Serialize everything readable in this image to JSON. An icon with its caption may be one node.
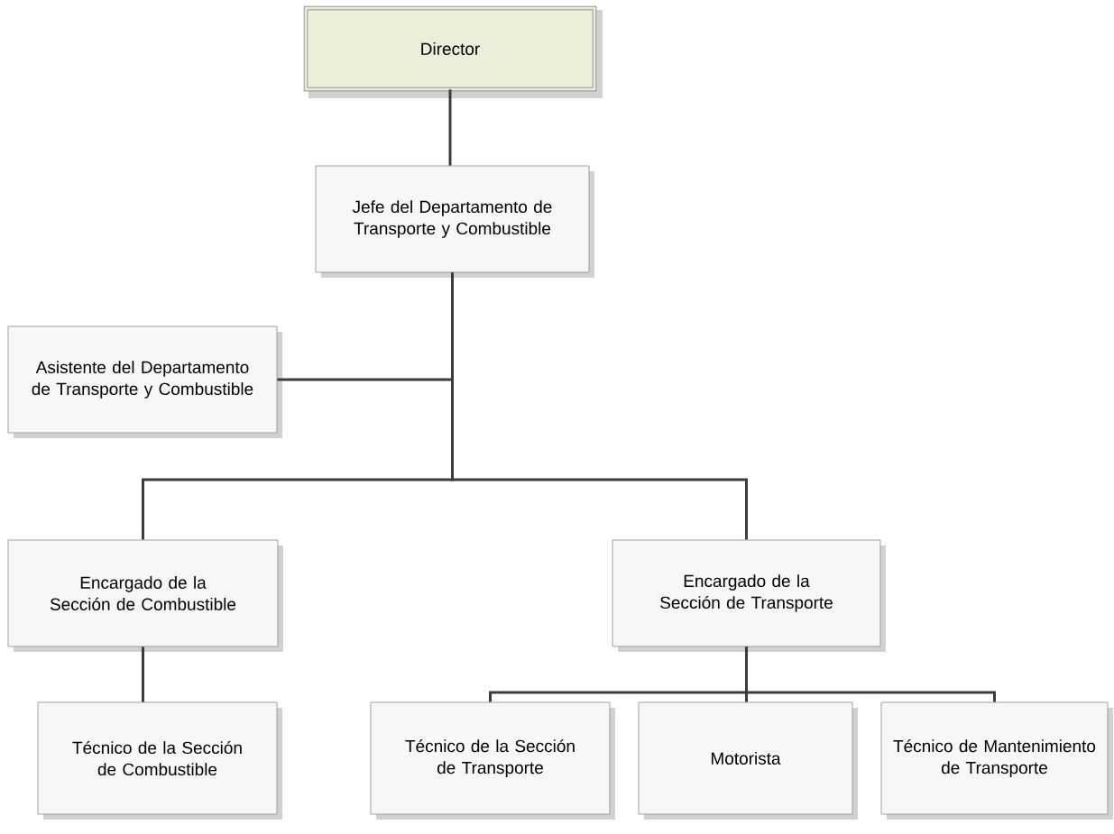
{
  "diagram": {
    "nodes": [
      {
        "text": [
          "Director"
        ]
      },
      {
        "text": [
          "Jefe del Departamento de Transporte y Combustible"
        ]
      },
      {
        "text": [
          "Asistente del Departamento de Transporte y Combustible"
        ]
      },
      {
        "text": [
          "Encargado de la Sección de Combustible"
        ]
      },
      {
        "text": [
          "Encargado de la Sección de Transporte"
        ]
      },
      {
        "text": [
          "Técnico de la Sección de Combustible"
        ]
      },
      {
        "text": [
          "Técnico de la Sección de Transporte"
        ]
      },
      {
        "text": [
          "Motorista"
        ]
      },
      {
        "text": [
          "Técnico de Mantenimiento de Transporte"
        ]
      }
    ],
    "edges": [
      {
        "from": 0,
        "to": 1,
        "arrow": "none"
      },
      {
        "from": 1,
        "to": 2,
        "arrow": "none"
      },
      {
        "from": 1,
        "to": 3,
        "arrow": "none"
      },
      {
        "from": 1,
        "to": 4,
        "arrow": "none"
      },
      {
        "from": 3,
        "to": 5,
        "arrow": "none"
      },
      {
        "from": 4,
        "to": 6,
        "arrow": "none"
      },
      {
        "from": 4,
        "to": 7,
        "arrow": "none"
      },
      {
        "from": 4,
        "to": 8,
        "arrow": "none"
      }
    ]
  }
}
